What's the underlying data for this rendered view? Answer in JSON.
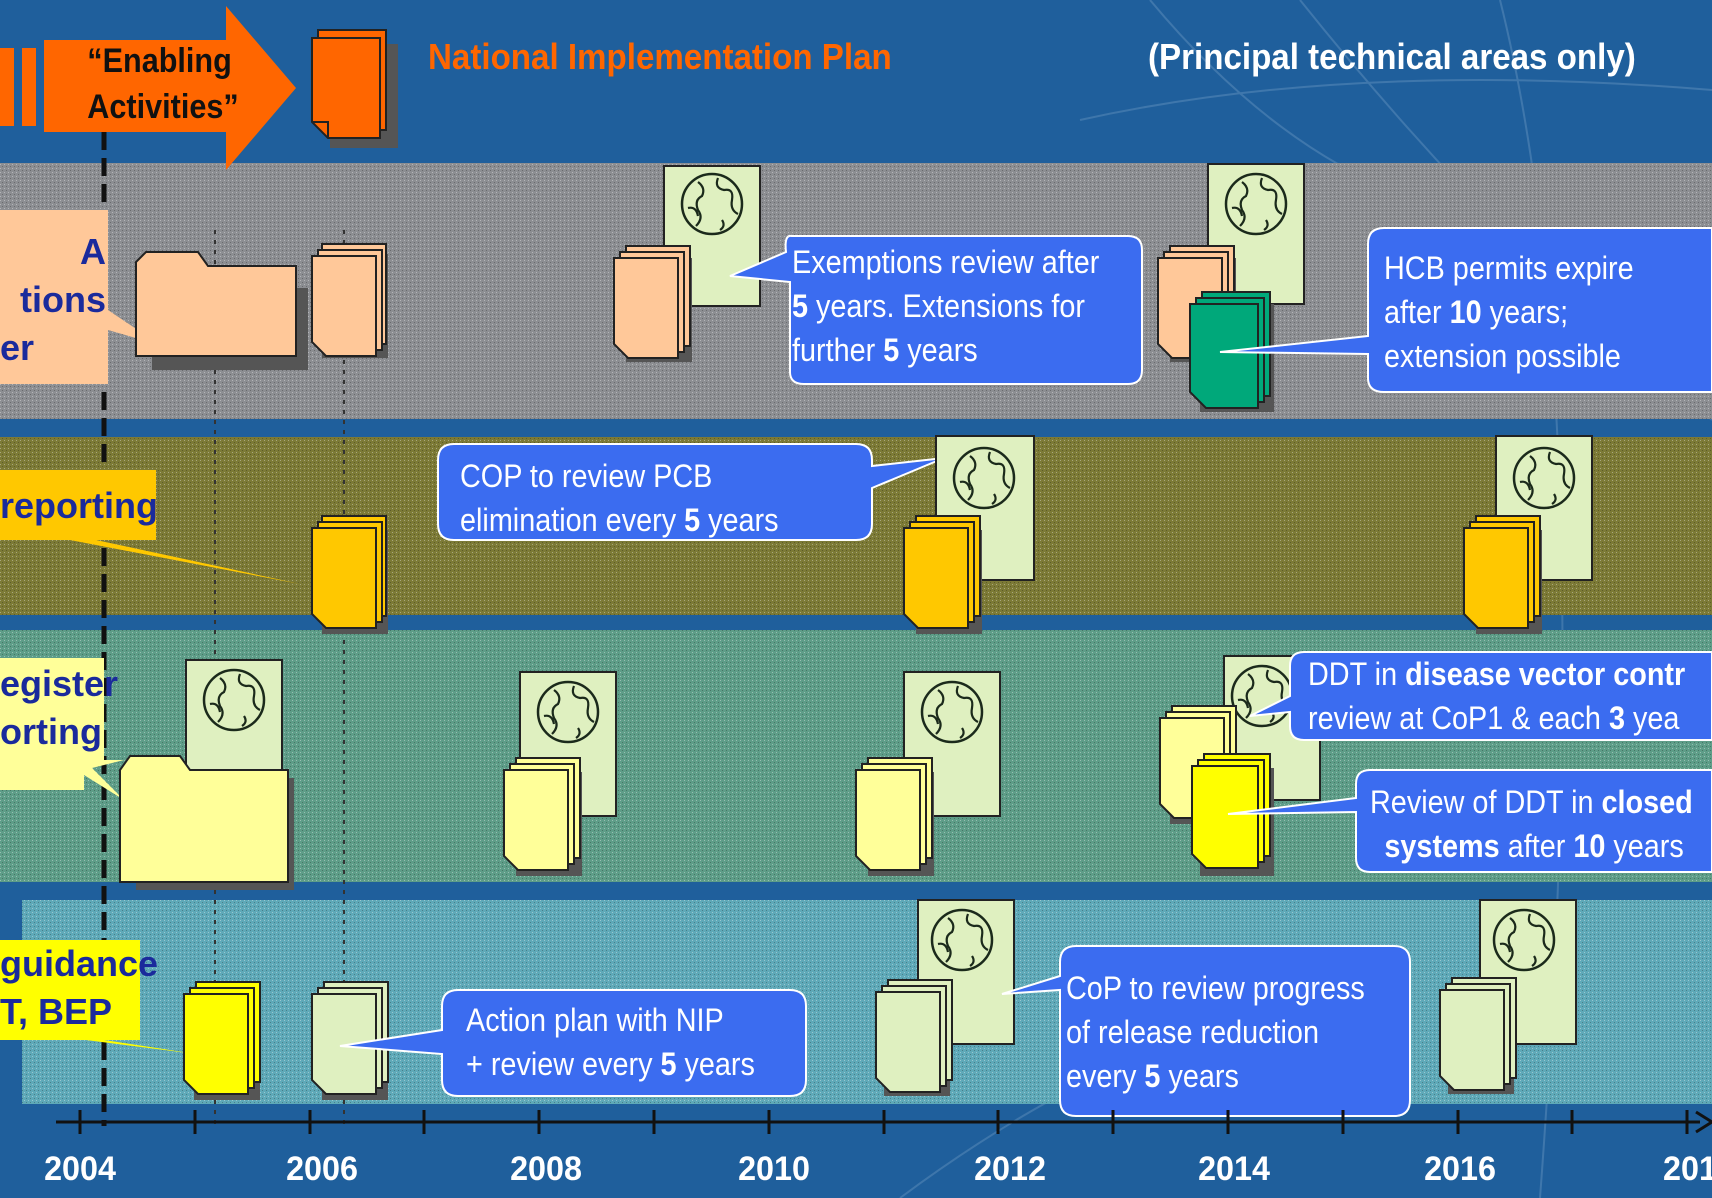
{
  "header": {
    "enabling_activities": [
      "“Enabling",
      "Activities”"
    ],
    "nip_title": "National Implementation Plan",
    "note": "(Principal technical areas only)"
  },
  "rows": [
    {
      "name": "exemptions",
      "label_lines": [
        "A",
        "tions",
        "er"
      ],
      "label_color": "#ffc899"
    },
    {
      "name": "pcb",
      "label_lines": [
        "reporting"
      ],
      "label_color": "#ffc800"
    },
    {
      "name": "ddt",
      "label_lines": [
        "egister",
        "orting"
      ],
      "label_color": "#ffff99"
    },
    {
      "name": "releases",
      "label_lines": [
        "guidance",
        "T, BEP"
      ],
      "label_color": "#ffff00"
    }
  ],
  "callouts": {
    "exemptions": {
      "l1": "Exemptions review after",
      "l2a": "5",
      "l2b": " years. Extensions for",
      "l3a": "further ",
      "l3b": "5",
      "l3c": " years"
    },
    "hcb": {
      "l1": "HCB permits expire",
      "l2a": "after ",
      "l2b": "10",
      "l2c": " years;",
      "l3": "extension possible"
    },
    "pcb": {
      "l1": "COP to review PCB",
      "l2a": "elimination every ",
      "l2b": "5",
      "l2c": " years"
    },
    "ddt_vector": {
      "l1a": "DDT in ",
      "l1b": "disease vector contr",
      "l2a": "review at CoP1 &  each ",
      "l2b": "3",
      "l2c": " yea"
    },
    "ddt_closed": {
      "l1a": "Review of DDT in ",
      "l1b": "closed",
      "l2a": "systems",
      "l2b": " after ",
      "l2c": "10",
      "l2d": " years"
    },
    "action_plan": {
      "l1": "Action plan with NIP",
      "l2a": "+ review every ",
      "l2b": "5",
      "l2c": " years"
    },
    "release": {
      "l1": "CoP to review progress",
      "l2": "of release reduction",
      "l3a": "every ",
      "l3b": "5",
      "l3c": " years"
    }
  },
  "timeline": {
    "years": [
      "2004",
      "2006",
      "2008",
      "2010",
      "2012",
      "2014",
      "2016",
      "201"
    ]
  },
  "colors": {
    "background": "#1f5f9c",
    "band1": "#8c8e92",
    "band2": "#7c7a36",
    "band3": "#5e9d88",
    "band4": "#5fa9b8",
    "bubble": "#3b6cf0",
    "arrow": "#ff6600",
    "folder_peach": "#ffc899",
    "doc_gold": "#ffc800",
    "doc_lightyellow": "#ffff99",
    "doc_yellow": "#ffff00",
    "doc_teal": "#00a87a",
    "doc_palegreen": "#dff0c0"
  }
}
